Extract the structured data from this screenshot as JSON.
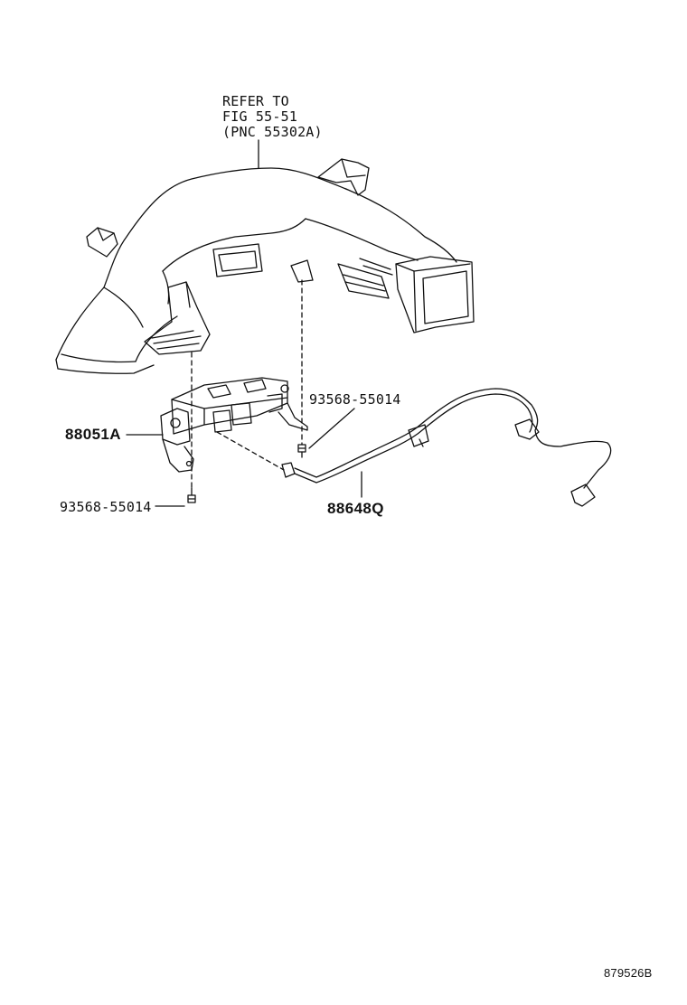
{
  "callouts": {
    "refer": [
      "REFER TO",
      "FIG 55-51",
      "(PNC 55302A)"
    ],
    "bracket_part": "88051A",
    "screw_upper": "93568-55014",
    "screw_lower": "93568-55014",
    "wire_part": "88648Q"
  },
  "figure_id": "879526B"
}
